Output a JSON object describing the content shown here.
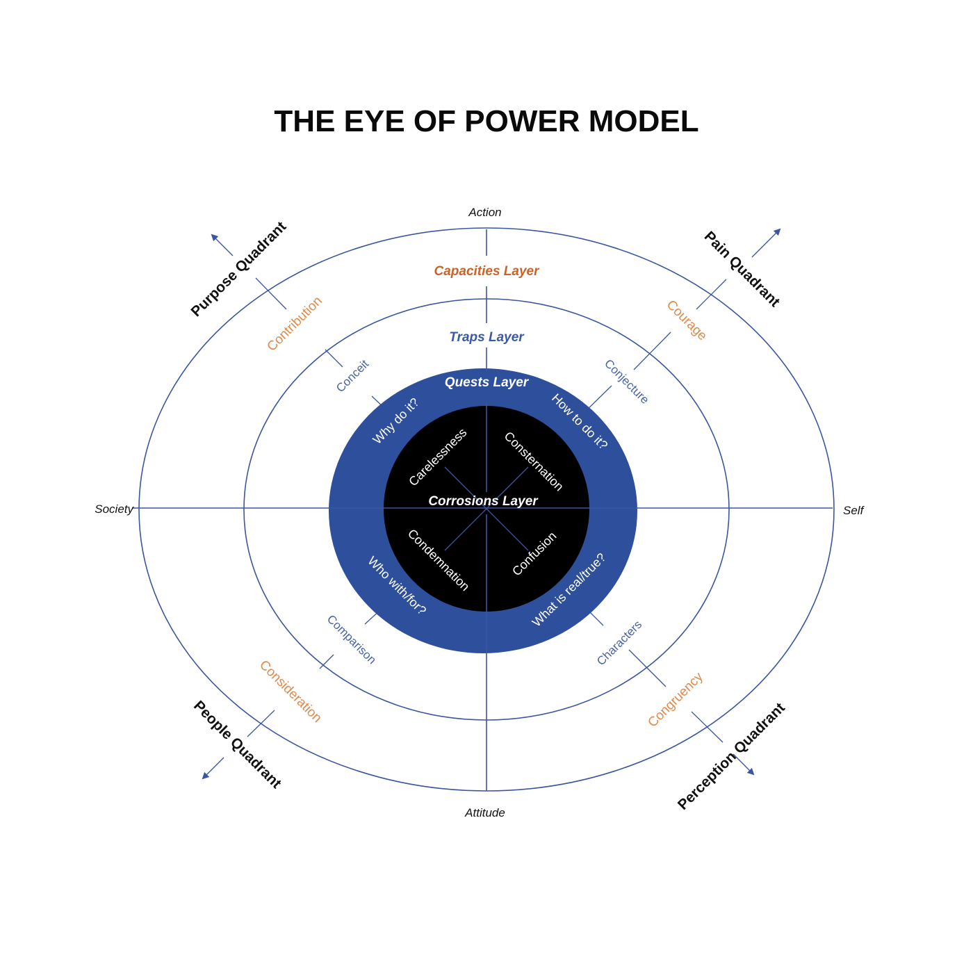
{
  "title": "THE EYE OF POWER MODEL",
  "colors": {
    "line": "#3a56a0",
    "quests_fill": "#2e4f9c",
    "corrosions_fill": "#000000",
    "capacities": "#c8642a",
    "capacity_items": "#e08a4a",
    "traps": "#3a5aa8",
    "trap_items": "#4a62a6",
    "text": "#111111"
  },
  "axes": {
    "top": "Action",
    "bottom": "Attitude",
    "left": "Society",
    "right": "Self"
  },
  "quadrants": {
    "top_left": "Purpose Quadrant",
    "top_right": "Pain Quadrant",
    "bottom_left": "People Quadrant",
    "bottom_right": "Perception Quadrant"
  },
  "layers": {
    "capacities": {
      "title": "Capacities Layer",
      "items": {
        "top_left": "Contribution",
        "top_right": "Courage",
        "bottom_left": "Consideration",
        "bottom_right": "Congruency"
      }
    },
    "traps": {
      "title": "Traps Layer",
      "items": {
        "top_left": "Conceit",
        "top_right": "Conjecture",
        "bottom_left": "Comparison",
        "bottom_right": "Characters"
      }
    },
    "quests": {
      "title": "Quests Layer",
      "items": {
        "top_left": "Why do it?",
        "top_right": "How to do it?",
        "bottom_left": "Who with/for?",
        "bottom_right": "What is real/true?"
      }
    },
    "corrosions": {
      "title": "Corrosions Layer",
      "items": {
        "top_left": "Carelessness",
        "top_right": "Consternation",
        "bottom_left": "Condemnation",
        "bottom_right": "Confusion"
      }
    }
  }
}
